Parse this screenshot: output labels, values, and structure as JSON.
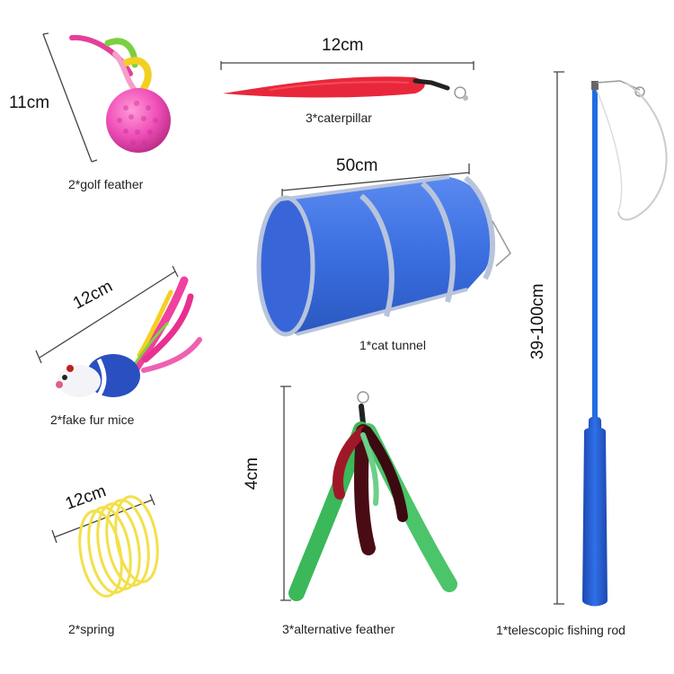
{
  "items": {
    "golf_feather": {
      "label": "2*golf feather",
      "dimension": "11cm"
    },
    "caterpillar": {
      "label": "3*caterpillar",
      "dimension": "12cm"
    },
    "cat_tunnel": {
      "label": "1*cat tunnel",
      "dimension": "50cm"
    },
    "fake_fur_mice": {
      "label": "2*fake fur mice",
      "dimension": "12cm"
    },
    "spring": {
      "label": "2*spring",
      "dimension": "12cm"
    },
    "alternative_feather": {
      "label": "3*alternative feather",
      "dimension": "4cm"
    },
    "fishing_rod": {
      "label": "1*telescopic fishing rod",
      "dimension": "39-100cm"
    }
  },
  "colors": {
    "ball_pink": "#f050b8",
    "caterpillar_red": "#e8283a",
    "tunnel_blue": "#3a6ee0",
    "mouse_blue": "#2a4fc0",
    "spring_yellow": "#f3e04a",
    "feather_green": "#4cc46a",
    "feather_red": "#a01828",
    "rod_blue": "#1f6fe0",
    "handle_blue": "#2560d8"
  }
}
